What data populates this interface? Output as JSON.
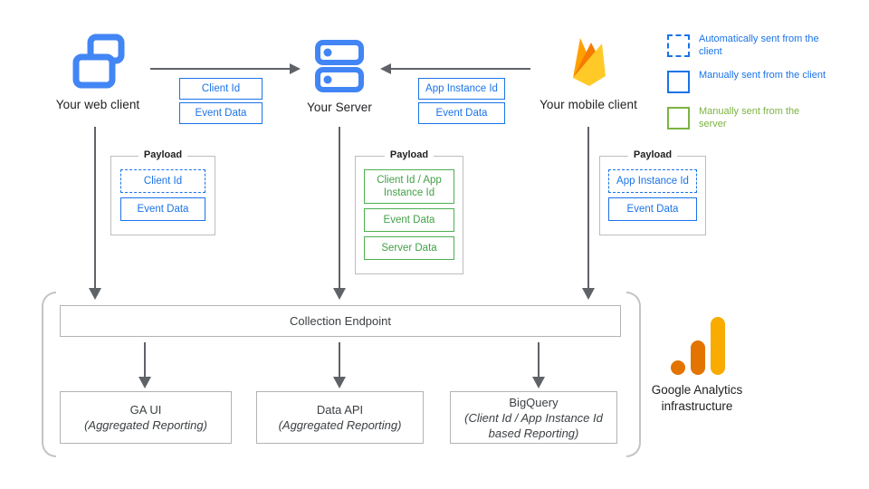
{
  "clients": {
    "web": {
      "label": "Your web client",
      "icon": "overlapping-windows-icon"
    },
    "server": {
      "label": "Your Server",
      "icon": "server-stack-icon"
    },
    "mobile": {
      "label": "Your mobile client",
      "icon": "firebase-icon"
    }
  },
  "flows": {
    "web_to_server": {
      "direction": "right",
      "tags": [
        "Client Id",
        "Event Data"
      ]
    },
    "mobile_to_server": {
      "direction": "left",
      "tags": [
        "App Instance Id",
        "Event Data"
      ]
    }
  },
  "payloads": {
    "web": {
      "title": "Payload",
      "items": [
        {
          "label": "Client Id",
          "style": "blue-dashed"
        },
        {
          "label": "Event Data",
          "style": "blue-solid"
        }
      ]
    },
    "server": {
      "title": "Payload",
      "items": [
        {
          "label": "Client Id / App Instance Id",
          "style": "green-solid"
        },
        {
          "label": "Event Data",
          "style": "green-solid"
        },
        {
          "label": "Server Data",
          "style": "green-solid"
        }
      ]
    },
    "mobile": {
      "title": "Payload",
      "items": [
        {
          "label": "App Instance Id",
          "style": "blue-dashed"
        },
        {
          "label": "Event Data",
          "style": "blue-solid"
        }
      ]
    }
  },
  "legend": {
    "items": [
      {
        "label": "Automatically sent from the client",
        "style": "blue-dashed"
      },
      {
        "label": "Manually sent from the client",
        "style": "blue-solid"
      },
      {
        "label": "Manually sent from the server",
        "style": "green-solid"
      }
    ]
  },
  "infrastructure": {
    "endpoint_label": "Collection Endpoint",
    "services": [
      {
        "title": "GA UI",
        "subtitle": "(Aggregated Reporting)"
      },
      {
        "title": "Data API",
        "subtitle": "(Aggregated Reporting)"
      },
      {
        "title": "BigQuery",
        "subtitle": "(Client Id / App Instance Id based Reporting)"
      }
    ],
    "caption": "Google Analytics infrastructure",
    "logo": "google-analytics-icon"
  },
  "colors": {
    "blue_accent": "#1a73e8",
    "icon_blue": "#4285F4",
    "green_accent": "#4CAF50",
    "legend_green": "#7CB342",
    "arrow_gray": "#5f6368",
    "firebase_amber": "#FFA000",
    "firebase_orange": "#F57C00",
    "firebase_yellow": "#FFCA28",
    "ga_orange": "#E37400",
    "ga_amber": "#F9AB00"
  }
}
